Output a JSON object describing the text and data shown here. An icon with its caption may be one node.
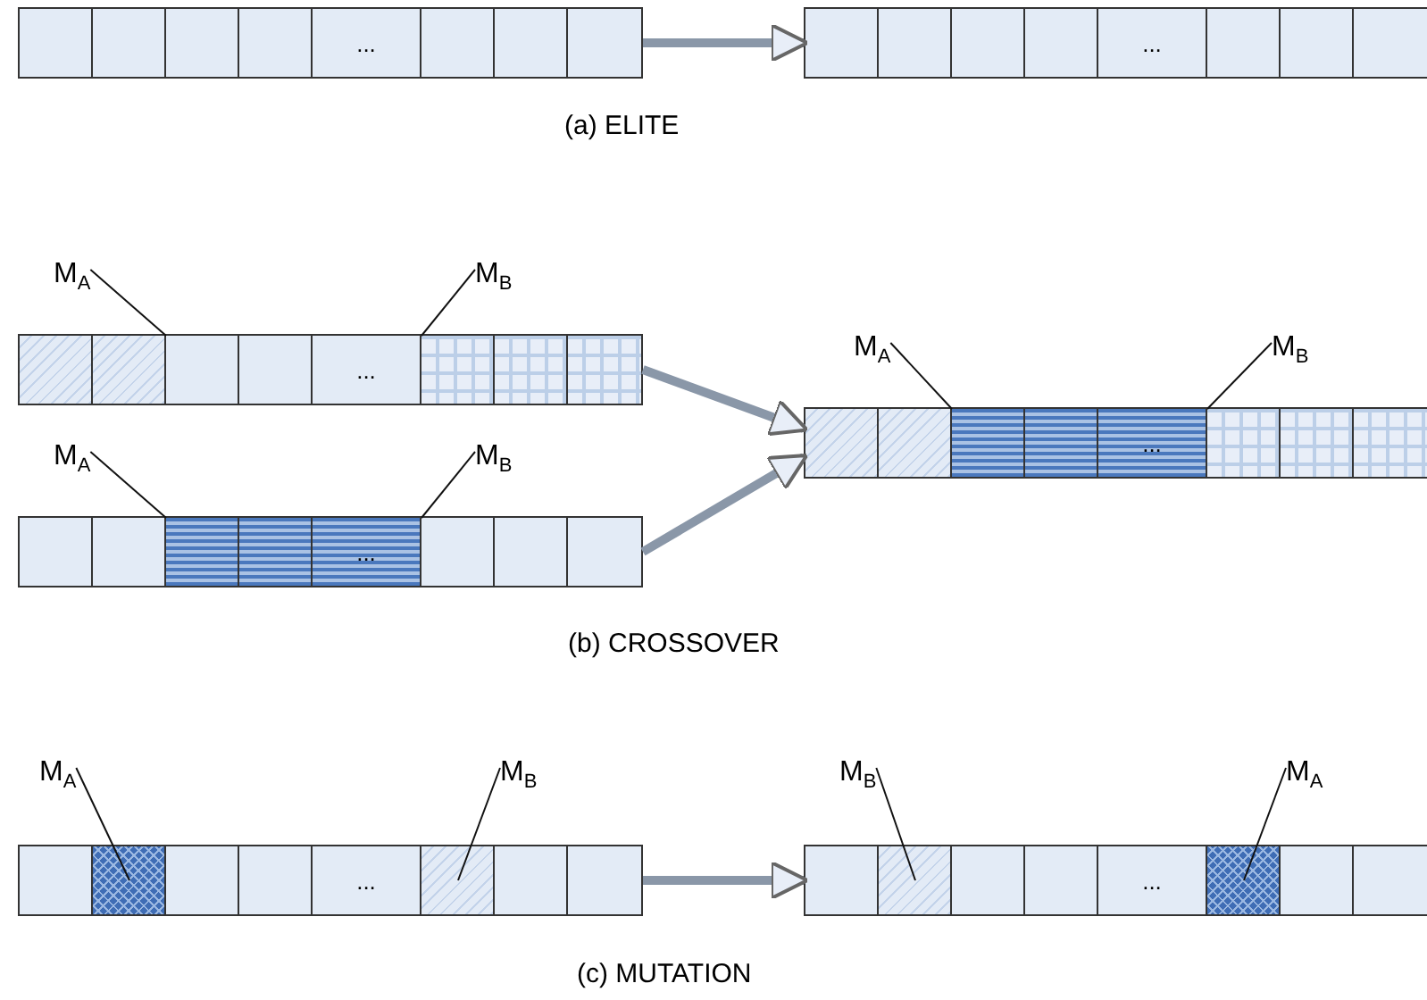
{
  "diagram": {
    "nodes": [
      {
        "text": [],
        "shape": "bar"
      },
      {
        "text": [],
        "shape": "box",
        "in": 0
      },
      {
        "text": [],
        "shape": "box",
        "in": 0
      },
      {
        "text": [],
        "shape": "box",
        "in": 0
      },
      {
        "text": [],
        "shape": "box",
        "in": 0
      },
      {
        "text": [
          "..."
        ],
        "in": 0
      },
      {
        "text": [],
        "shape": "box",
        "in": 0
      },
      {
        "text": [],
        "shape": "box",
        "in": 0
      },
      {
        "text": [],
        "shape": "box",
        "in": 0
      },
      {
        "text": [],
        "shape": "bar"
      },
      {
        "text": [],
        "shape": "box",
        "in": 9
      },
      {
        "text": [],
        "shape": "box",
        "in": 9
      },
      {
        "text": [],
        "shape": "box",
        "in": 9
      },
      {
        "text": [],
        "shape": "box",
        "in": 9
      },
      {
        "text": [
          "..."
        ],
        "in": 9
      },
      {
        "text": [],
        "shape": "box",
        "in": 9
      },
      {
        "text": [],
        "shape": "box",
        "in": 9
      },
      {
        "text": [],
        "shape": "box",
        "in": 9
      },
      {
        "text": [
          "M$_{A}$"
        ]
      },
      {
        "text": [
          "M$_{B}$"
        ]
      },
      {
        "text": [],
        "shape": "bar"
      },
      {
        "text": [],
        "shape": "box",
        "in": 20
      },
      {
        "text": [],
        "shape": "box",
        "in": 20
      },
      {
        "text": [],
        "shape": "box",
        "in": 20
      },
      {
        "text": [],
        "shape": "box",
        "in": 20
      },
      {
        "text": [
          "..."
        ],
        "in": 20
      },
      {
        "text": [],
        "shape": "box",
        "in": 20
      },
      {
        "text": [],
        "shape": "box",
        "in": 20
      },
      {
        "text": [],
        "shape": "box",
        "in": 20
      },
      {
        "text": [
          "M$_{A}$"
        ]
      },
      {
        "text": [
          "M$_{B}$"
        ]
      },
      {
        "text": [],
        "shape": "bar"
      },
      {
        "text": [],
        "shape": "box",
        "in": 31
      },
      {
        "text": [],
        "shape": "box",
        "in": 31
      },
      {
        "text": [],
        "shape": "box",
        "in": 31
      },
      {
        "text": [],
        "shape": "box",
        "in": 31
      },
      {
        "text": [
          "..."
        ],
        "in": 31
      },
      {
        "text": [],
        "shape": "box",
        "in": 31
      },
      {
        "text": [],
        "shape": "box",
        "in": 31
      },
      {
        "text": [],
        "shape": "box",
        "in": 31
      },
      {
        "text": [
          "M$_{A}$"
        ]
      },
      {
        "text": [
          "M$_{B}$"
        ]
      },
      {
        "text": [],
        "shape": "bar"
      },
      {
        "text": [],
        "shape": "box",
        "in": 42
      },
      {
        "text": [],
        "shape": "box",
        "in": 42
      },
      {
        "text": [],
        "shape": "box",
        "in": 42
      },
      {
        "text": [],
        "shape": "box",
        "in": 42
      },
      {
        "text": [
          "..."
        ],
        "in": 42
      },
      {
        "text": [],
        "shape": "box",
        "in": 42
      },
      {
        "text": [],
        "shape": "box",
        "in": 42
      },
      {
        "text": [],
        "shape": "box",
        "in": 42
      },
      {
        "text": [
          "M$_{A}$"
        ]
      },
      {
        "text": [
          "M$_{B}$"
        ]
      },
      {
        "text": [],
        "shape": "bar"
      },
      {
        "text": [],
        "shape": "box",
        "in": 53
      },
      {
        "text": [],
        "shape": "box",
        "in": 53
      },
      {
        "text": [],
        "shape": "box",
        "in": 53
      },
      {
        "text": [],
        "shape": "box",
        "in": 53
      },
      {
        "text": [
          "..."
        ],
        "in": 53
      },
      {
        "text": [],
        "shape": "box",
        "in": 53
      },
      {
        "text": [],
        "shape": "box",
        "in": 53
      },
      {
        "text": [],
        "shape": "box",
        "in": 53
      },
      {
        "text": [
          "M$_{B}$"
        ]
      },
      {
        "text": [
          "M$_{A}$"
        ]
      },
      {
        "text": [],
        "shape": "bar"
      },
      {
        "text": [],
        "shape": "box",
        "in": 64
      },
      {
        "text": [],
        "shape": "box",
        "in": 64
      },
      {
        "text": [],
        "shape": "box",
        "in": 64
      },
      {
        "text": [],
        "shape": "box",
        "in": 64
      },
      {
        "text": [
          "..."
        ],
        "in": 64
      },
      {
        "text": [],
        "shape": "box",
        "in": 64
      },
      {
        "text": [],
        "shape": "box",
        "in": 64
      },
      {
        "text": [],
        "shape": "box",
        "in": 64
      }
    ],
    "edges": [
      {
        "from": 0,
        "to": 9,
        "arrow": "to",
        "style": "thick",
        "color": "#8a97a8"
      },
      {
        "from": 18,
        "to": 22,
        "arrow": "none"
      },
      {
        "from": 19,
        "to": 26,
        "arrow": "none"
      },
      {
        "from": 29,
        "to": 33,
        "arrow": "none"
      },
      {
        "from": 30,
        "to": 37,
        "arrow": "none"
      },
      {
        "from": 40,
        "to": 44,
        "arrow": "none"
      },
      {
        "from": 41,
        "to": 48,
        "arrow": "none"
      },
      {
        "from": 20,
        "to": 42,
        "arrow": "to",
        "style": "thick",
        "color": "#8a97a8"
      },
      {
        "from": 31,
        "to": 42,
        "arrow": "to",
        "style": "thick",
        "color": "#8a97a8"
      },
      {
        "from": 51,
        "to": 55,
        "arrow": "none"
      },
      {
        "from": 52,
        "to": 59,
        "arrow": "none"
      },
      {
        "from": 53,
        "to": 64,
        "arrow": "to",
        "style": "thick",
        "color": "#8a97a8"
      },
      {
        "from": 62,
        "to": 66,
        "arrow": "none"
      },
      {
        "from": 63,
        "to": 70,
        "arrow": "none"
      }
    ],
    "labels": [
      "(a) ELITE",
      "(b) CROSSOVER",
      "(c) MUTATION"
    ]
  }
}
